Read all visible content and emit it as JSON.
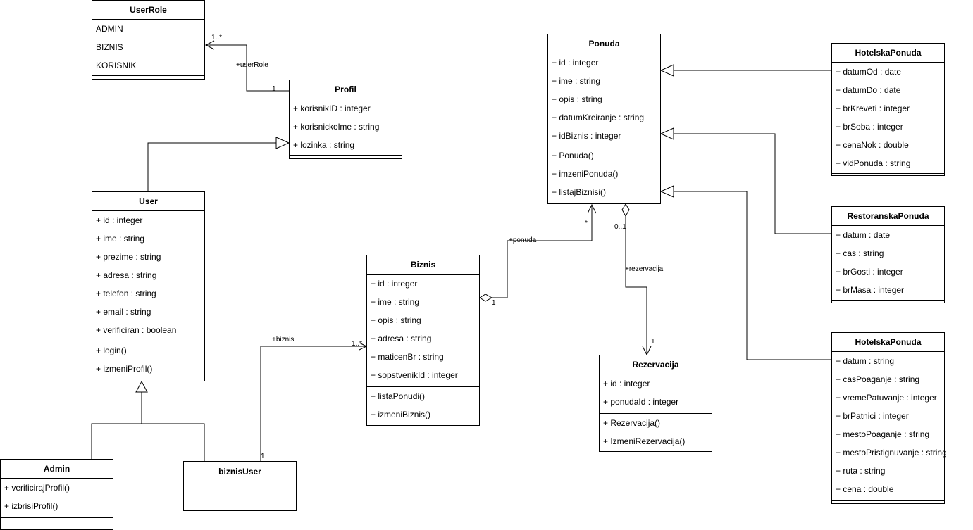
{
  "classes": {
    "userrole": {
      "name": "UserRole",
      "attrs": [
        "ADMIN",
        "BIZNIS",
        "KORISNIK"
      ],
      "ops": []
    },
    "profil": {
      "name": "Profil",
      "attrs": [
        "+ korisnikID : integer",
        "+ korisnickolme : string",
        "+ lozinka : string"
      ],
      "ops": []
    },
    "user": {
      "name": "User",
      "attrs": [
        "+ id : integer",
        "+ ime : string",
        "+ prezime : string",
        "+ adresa : string",
        "+ telefon : string",
        "+ email : string",
        "+ verificiran : boolean"
      ],
      "ops": [
        "+ login()",
        "+ izmeniProfil()"
      ]
    },
    "admin": {
      "name": "Admin",
      "attrs": [
        "+ verificirajProfil()",
        "+ izbrisiProfil()"
      ],
      "ops": []
    },
    "biznisuser": {
      "name": "biznisUser",
      "attrs": [],
      "ops": []
    },
    "biznis": {
      "name": "Biznis",
      "attrs": [
        "+ id : integer",
        "+ ime : string",
        "+ opis : string",
        "+ adresa : string",
        "+ maticenBr : string",
        "+ sopstvenikId : integer"
      ],
      "ops": [
        "+ listaPonudi()",
        "+ izmeniBiznis()"
      ]
    },
    "ponuda": {
      "name": "Ponuda",
      "attrs": [
        "+ id : integer",
        "+ ime : string",
        "+ opis : string",
        "+ datumKreiranje  : string",
        "+ idBiznis : integer"
      ],
      "ops": [
        "+ Ponuda()",
        "+ imzeniPonuda()",
        "+ listajBiznisi()"
      ]
    },
    "rezervacija": {
      "name": "Rezervacija",
      "attrs": [
        "+ id : integer",
        "+ ponudaId : integer"
      ],
      "ops": [
        "+ Rezervacija()",
        "+ IzmeniRezervacija()"
      ]
    },
    "hotelska1": {
      "name": "HotelskaPonuda",
      "attrs": [
        "+ datumOd : date",
        "+ datumDo : date",
        "+ brKreveti : integer",
        "+ brSoba : integer",
        "+ cenaNok : double",
        "+ vidPonuda : string"
      ],
      "ops": []
    },
    "restoranska": {
      "name": "RestoranskaPonuda",
      "attrs": [
        "+ datum : date",
        "+ cas : string",
        "+ brGosti : integer",
        "+ brMasa : integer"
      ],
      "ops": []
    },
    "hotelska2": {
      "name": "HotelskaPonuda",
      "attrs": [
        "+ datum : string",
        "+ casPoaganje : string",
        "+ vremePatuvanje : integer",
        "+ brPatnici : integer",
        "+ mestoPoaganje : string",
        "+ mestoPristignuvanje : string",
        "+ ruta : string",
        "+ cena : double"
      ],
      "ops": []
    }
  },
  "labels": {
    "userrole_mult": "1..*",
    "userrole_role": "+userRole",
    "profil_mult": "1",
    "biznis_role": "+biznis",
    "biznis_mult": "1..*",
    "biznisuser_mult": "1",
    "ponuda_role": "+ponuda",
    "ponuda_mult": "*",
    "biznis_ponuda_mult": "1",
    "rez_mult_top": "0..1",
    "rez_role": "+rezervacija",
    "rez_mult_bottom": "1"
  }
}
